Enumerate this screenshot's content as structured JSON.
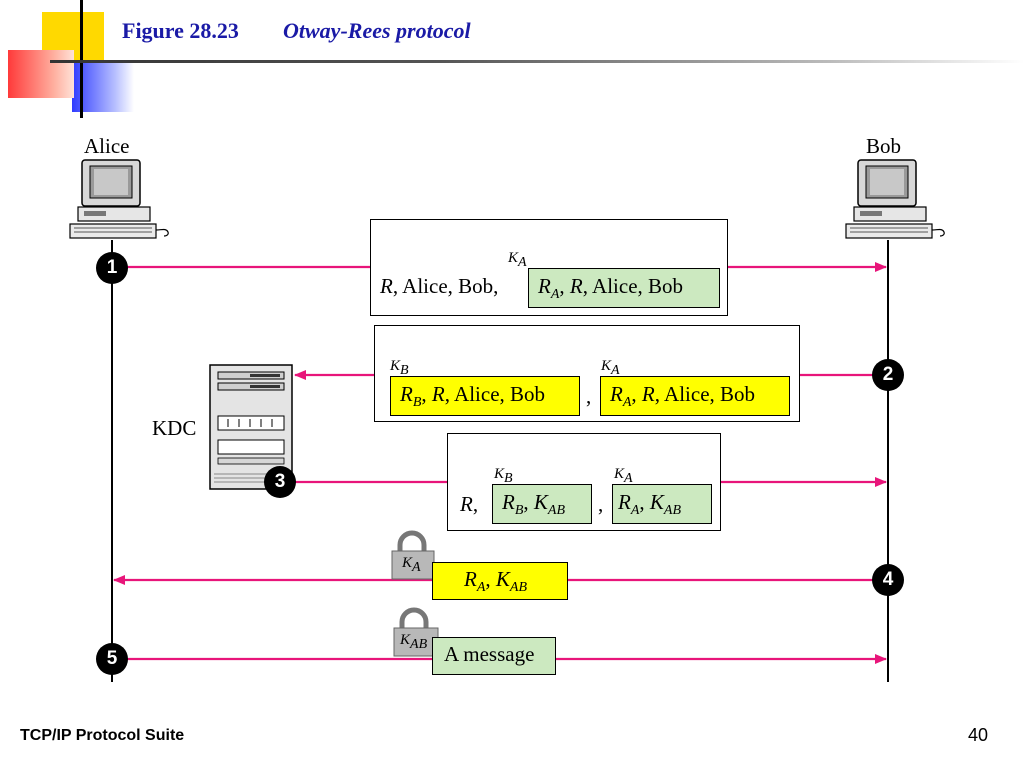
{
  "slide": {
    "figure_label": "Figure 28.23",
    "figure_title": "Otway-Rees protocol",
    "footer_left": "TCP/IP Protocol Suite",
    "page_number": "40"
  },
  "actors": {
    "alice": "Alice",
    "bob": "Bob",
    "kdc": "KDC"
  },
  "steps": [
    "1",
    "2",
    "3",
    "4",
    "5"
  ],
  "messages": {
    "m1": {
      "prefix": "R, Alice, Bob,",
      "lock": "K_A",
      "sealed": "R_A, R, Alice, Bob"
    },
    "m2": {
      "lock_left": "K_B",
      "sealed_left": "R_B, R, Alice, Bob",
      "separator": ",",
      "lock_right": "K_A",
      "sealed_right": "R_A, R, Alice, Bob"
    },
    "m3": {
      "prefix": "R,",
      "lock_left": "K_B",
      "sealed_left": "R_B, K_AB",
      "separator": ",",
      "lock_right": "K_A",
      "sealed_right": "R_A, K_AB"
    },
    "m4": {
      "lock": "K_A",
      "sealed": "R_A, K_AB"
    },
    "m5": {
      "lock": "K_AB",
      "sealed": "A message"
    }
  },
  "colors": {
    "arrow": "#e8157a",
    "yellow": "#ffff00",
    "green": "#cce9c0",
    "title": "#1a1aa6"
  }
}
